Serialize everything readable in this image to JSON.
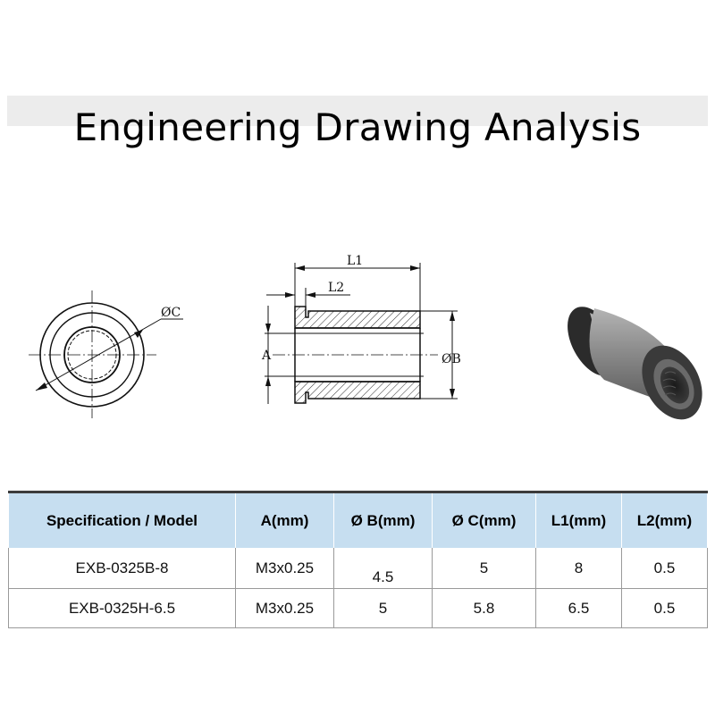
{
  "title": "Engineering Drawing Analysis",
  "drawing": {
    "labels": {
      "diam_c": "ØC",
      "l1": "L1",
      "l2": "L2",
      "a": "A",
      "diam_b": "ØB"
    },
    "colors": {
      "line": "#111111",
      "hatch": "#333333",
      "part_body": "#8e8e8e",
      "part_dark": "#2f2f2f"
    }
  },
  "table": {
    "headers": [
      "Specification / Model",
      "A(mm)",
      "Ø B(mm)",
      "Ø C(mm)",
      "L1(mm)",
      "L2(mm)"
    ],
    "rows": [
      [
        "EXB-0325B-8",
        "M3x0.25",
        "4.5",
        "5",
        "8",
        "0.5"
      ],
      [
        "EXB-0325H-6.5",
        "M3x0.25",
        "5",
        "5.8",
        "6.5",
        "0.5"
      ]
    ],
    "header_bg": "#c6def0"
  }
}
